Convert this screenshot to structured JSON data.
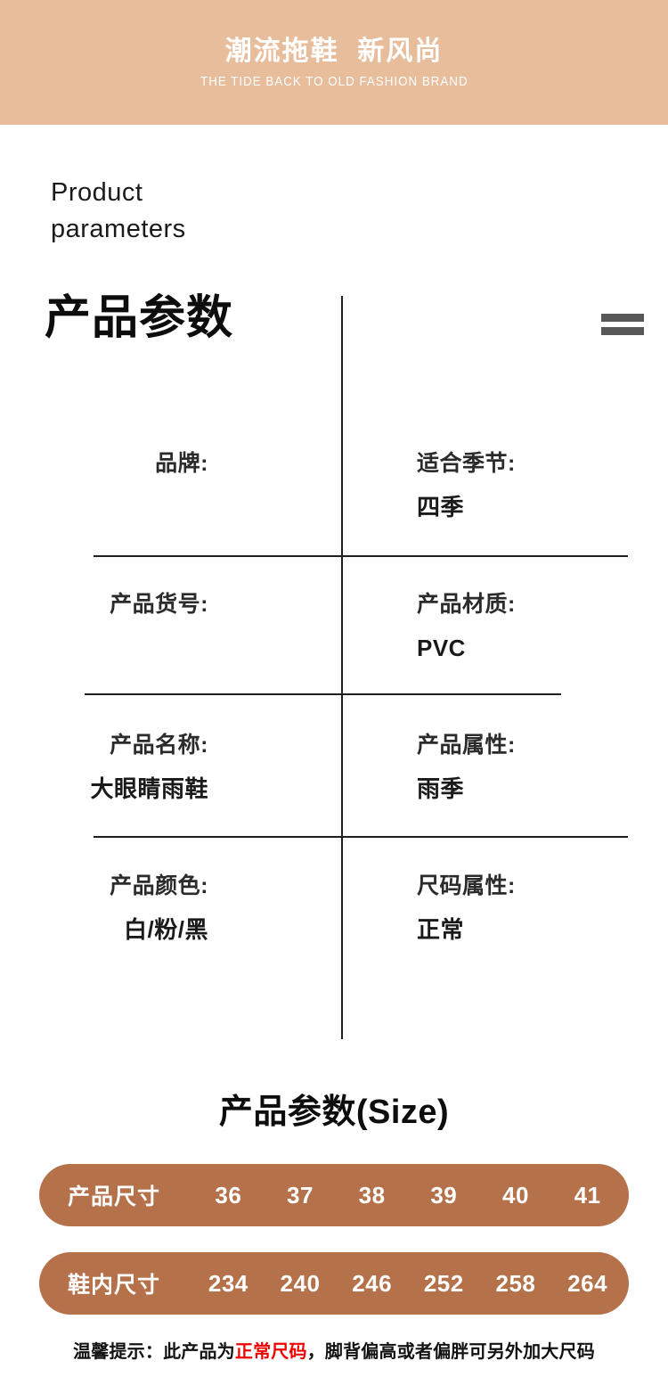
{
  "banner": {
    "title": "潮流拖鞋  新风尚",
    "subtitle": "THE TIDE BACK TO OLD FASHION BRAND",
    "background_color": "#e8bd9c",
    "text_color": "#ffffff"
  },
  "eyebrow": {
    "line1": "Product",
    "line2": "parameters"
  },
  "heading": {
    "title": "产品参数",
    "mark": "equal-bars",
    "mark_color": "#585858"
  },
  "parameters": {
    "rows": [
      {
        "left": {
          "label": "品牌:",
          "value": ""
        },
        "right": {
          "label": "适合季节:",
          "value": "四季"
        }
      },
      {
        "left": {
          "label": "产品货号:",
          "value": ""
        },
        "right": {
          "label": "产品材质:",
          "value": "PVC"
        }
      },
      {
        "left": {
          "label": "产品名称:",
          "value": "大眼睛雨鞋"
        },
        "right": {
          "label": "产品属性:",
          "value": "雨季"
        }
      },
      {
        "left": {
          "label": "产品颜色:",
          "value": "白/粉/黑"
        },
        "right": {
          "label": "尺码属性:",
          "value": "正常"
        }
      }
    ]
  },
  "size_section": {
    "heading": "产品参数(Size)",
    "pill_color": "#b5714a",
    "rows": [
      {
        "label": "产品尺寸",
        "values": [
          "36",
          "37",
          "38",
          "39",
          "40",
          "41"
        ]
      },
      {
        "label": "鞋内尺寸",
        "values": [
          "234",
          "240",
          "246",
          "252",
          "258",
          "264"
        ]
      }
    ]
  },
  "tip": {
    "prefix": "温馨提示：此产品为",
    "highlight": "正常尺码",
    "suffix": "，脚背偏高或者偏胖可另外加大尺码",
    "highlight_color": "#ee0000"
  }
}
